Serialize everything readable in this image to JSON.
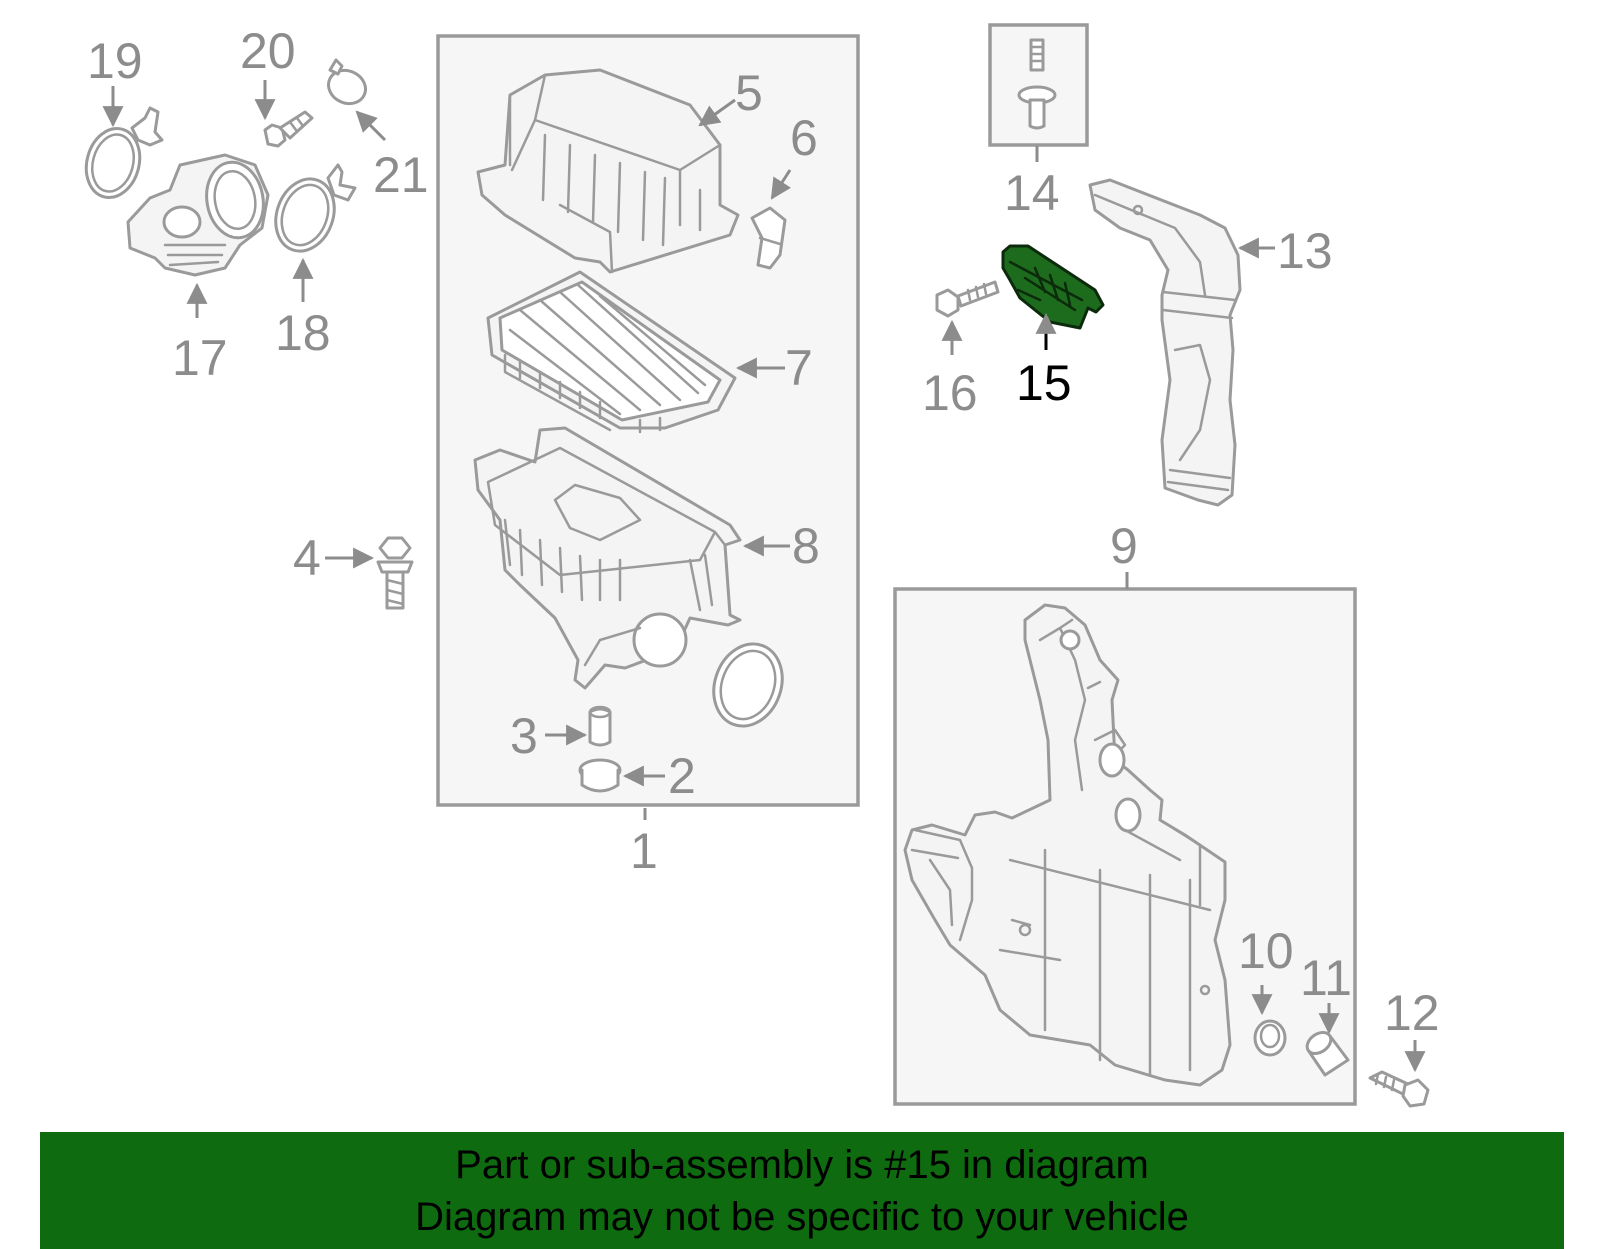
{
  "banner": {
    "line1": "Part or sub-assembly is #15 in diagram",
    "line2": "Diagram may not be specific to your vehicle"
  },
  "callouts": {
    "c1": "1",
    "c2": "2",
    "c3": "3",
    "c4": "4",
    "c5": "5",
    "c6": "6",
    "c7": "7",
    "c8": "8",
    "c9": "9",
    "c10": "10",
    "c11": "11",
    "c12": "12",
    "c13": "13",
    "c14": "14",
    "c15": "15",
    "c16": "16",
    "c17": "17",
    "c18": "18",
    "c19": "19",
    "c20": "20",
    "c21": "21"
  },
  "highlight": {
    "part_number": "15",
    "color": "#1d6b1d",
    "banner_color": "#0f6b0f"
  }
}
